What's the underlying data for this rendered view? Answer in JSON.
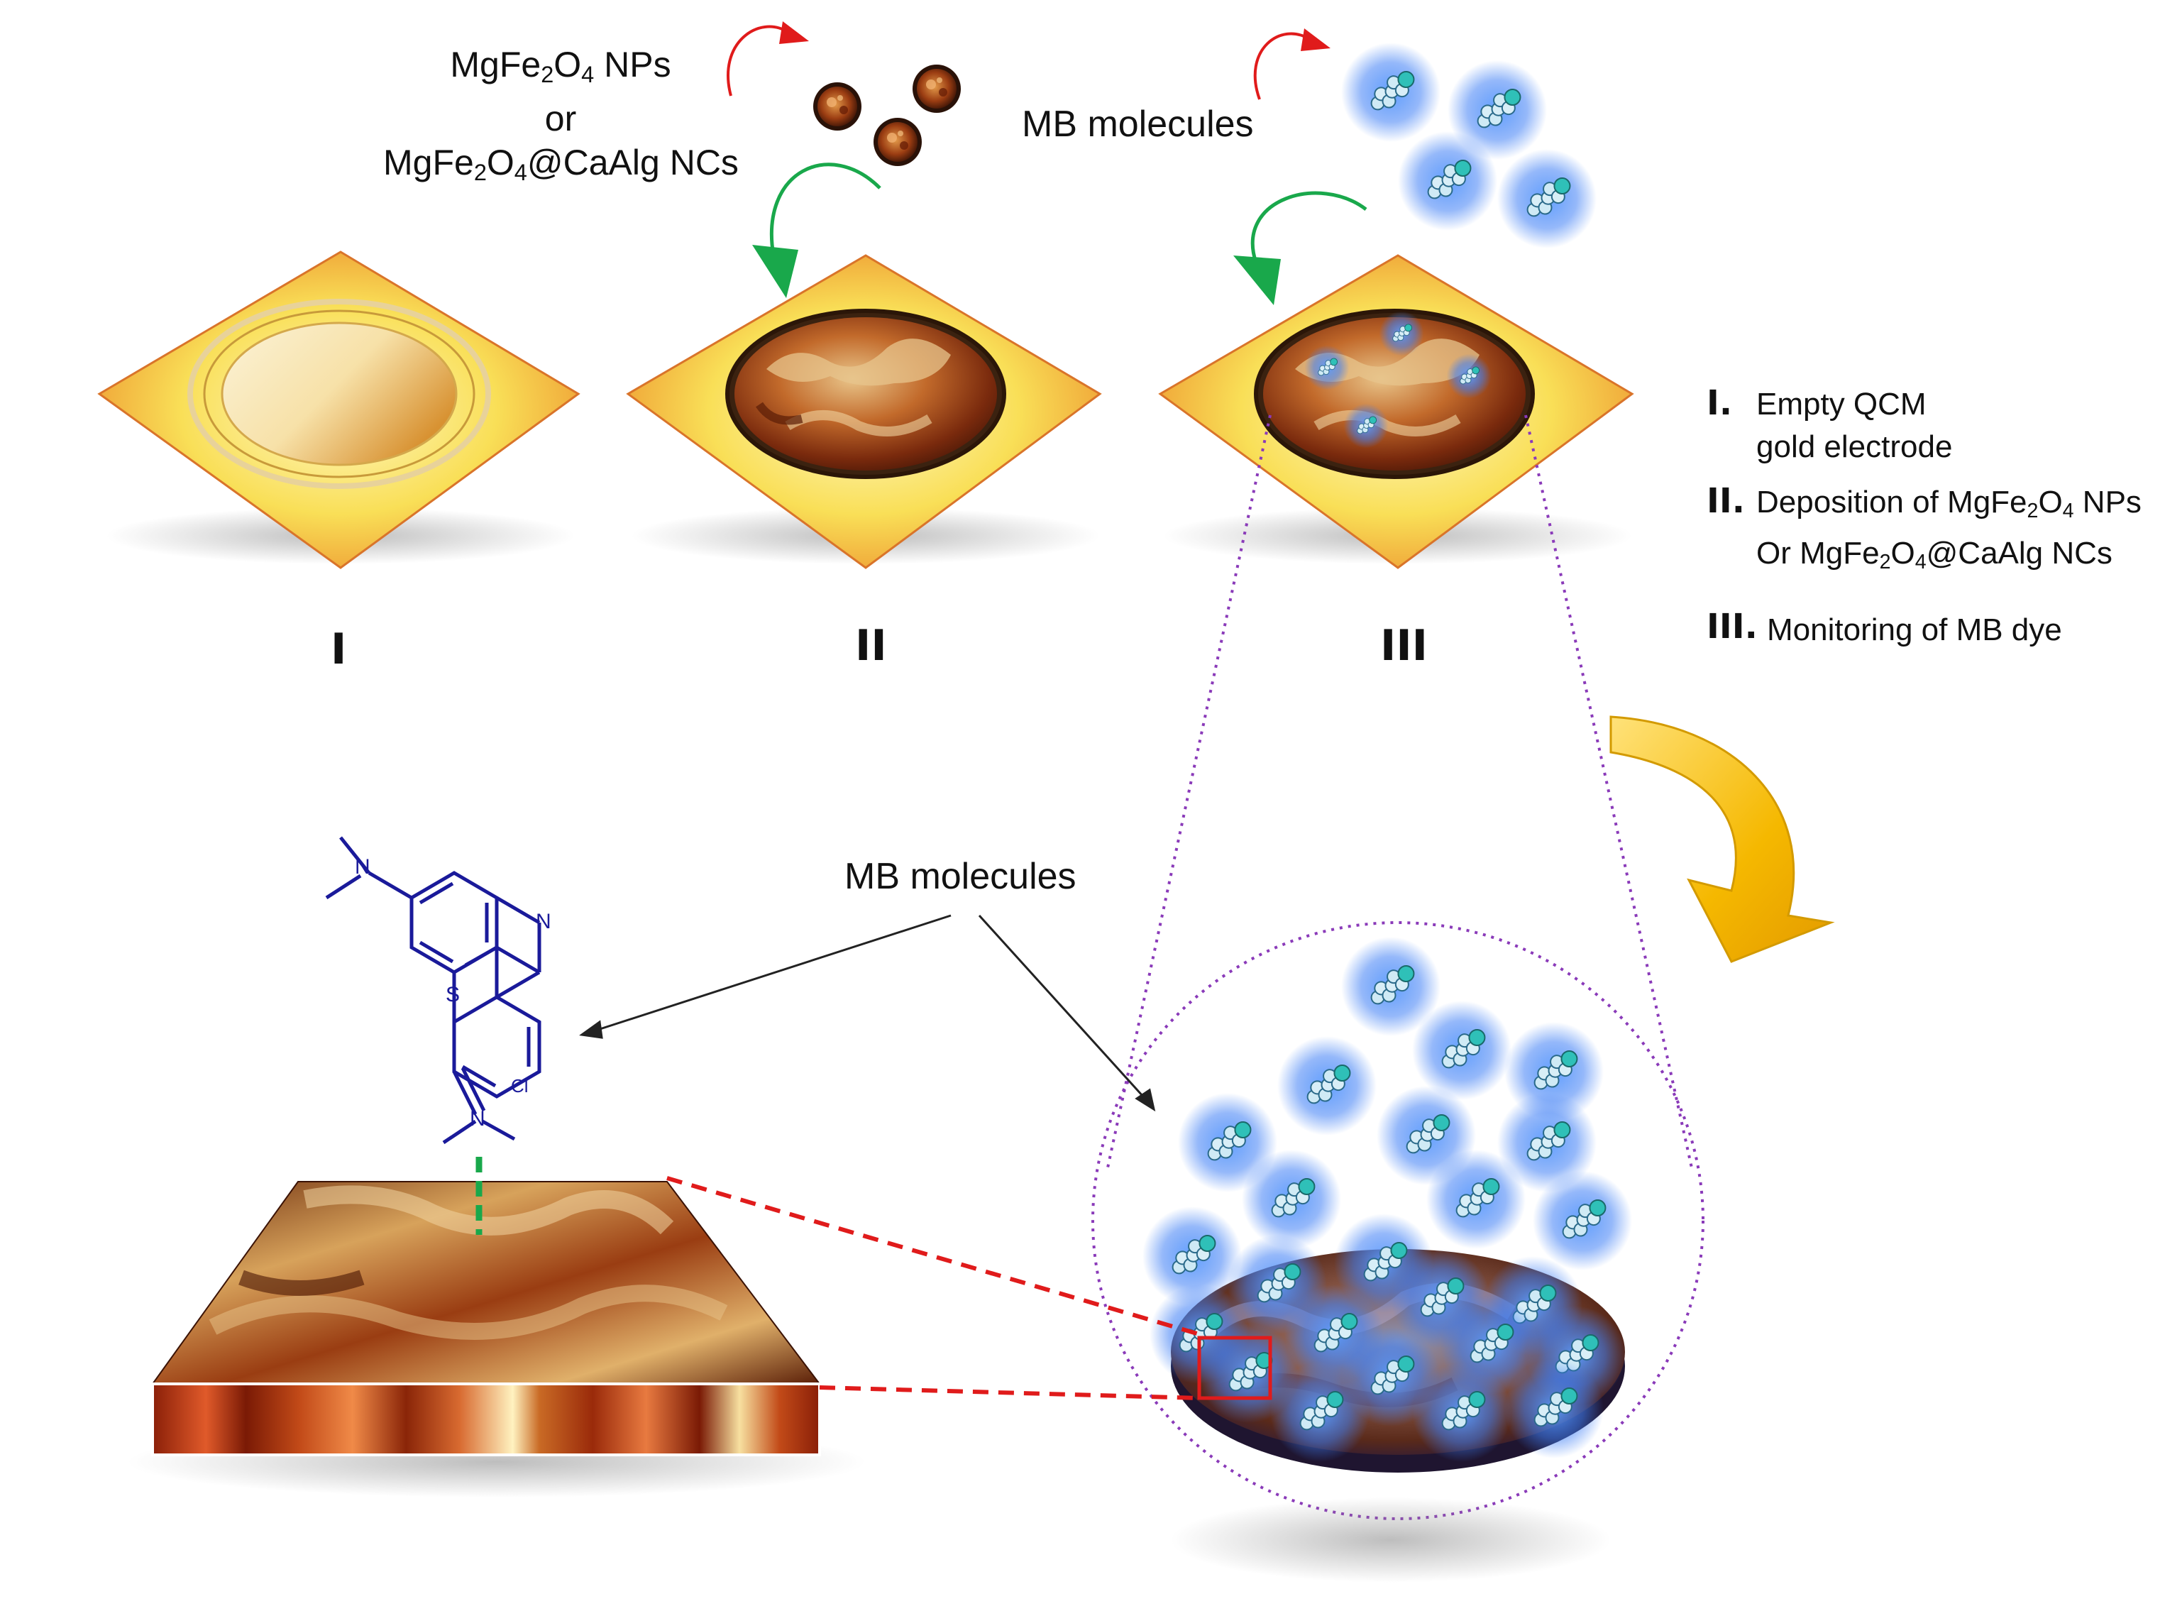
{
  "top": {
    "np_label_line1_prefix": "MgFe",
    "np_label_line1_sub2": "2",
    "np_label_line1_mid": "O",
    "np_label_line1_sub4": "4",
    "np_label_line1_suffix": " NPs",
    "np_label_or": "or",
    "np_label_line3_prefix": "MgFe",
    "np_label_line3_sub2": "2",
    "np_label_line3_mid": "O",
    "np_label_line3_sub4": "4",
    "np_label_line3_suffix": "@CaAlg NCs",
    "mb_label": "MB molecules"
  },
  "stages": [
    {
      "numeral": "I"
    },
    {
      "numeral": "II"
    },
    {
      "numeral": "III"
    }
  ],
  "legend": [
    {
      "num": "I.",
      "text": "Empty QCM gold electrode"
    },
    {
      "num": "II.",
      "text_a": "Deposition of MgFe",
      "sub2": "2",
      "text_b": "O",
      "sub4": "4",
      "text_c": " NPs",
      "text_line2_a": "Or MgFe",
      "line2_sub2": "2",
      "text_line2_b": "O",
      "line2_sub4": "4",
      "text_line2_c": "@CaAlg NCs"
    },
    {
      "num": "III.",
      "text": "Monitoring of MB dye"
    }
  ],
  "bottom": {
    "mb_label": "MB molecules",
    "structure_labels": {
      "n_top": "N",
      "n_ring": "N",
      "s_ring": "S",
      "n_plus": "N",
      "cl": "Cl"
    }
  },
  "colors": {
    "electrode_gold": "#f6d24a",
    "electrode_edge": "#c8551b",
    "molecule_glow": "#4d8fff",
    "arrow_red": "#e01b1b",
    "arrow_green": "#19a84b",
    "big_arrow": "#f5b800",
    "zoom_line": "#8a3ab9",
    "structure_blue": "#1a1a9a"
  }
}
